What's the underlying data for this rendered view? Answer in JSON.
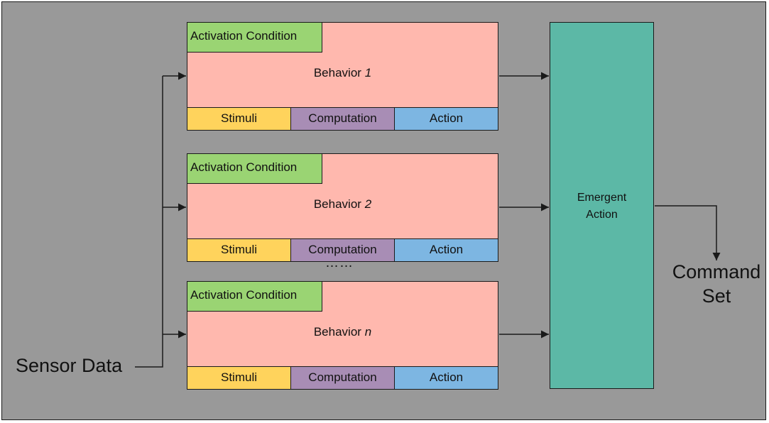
{
  "colors": {
    "background": "#999999",
    "behavior_body": "#ffb8ae",
    "activation": "#9ad473",
    "stimuli": "#ffd35c",
    "computation": "#a88db5",
    "action": "#7db6e2",
    "emergent": "#5cb8a6",
    "line": "#1a1a1a"
  },
  "sensor_label": "Sensor Data",
  "behaviors": [
    {
      "activation": "Activation Condition",
      "title_prefix": "Behavior",
      "title_index": "1",
      "stimuli": "Stimuli",
      "computation": "Computation",
      "action": "Action"
    },
    {
      "activation": "Activation Condition",
      "title_prefix": "Behavior",
      "title_index": "2",
      "stimuli": "Stimuli",
      "computation": "Computation",
      "action": "Action"
    },
    {
      "activation": "Activation Condition",
      "title_prefix": "Behavior",
      "title_index": "n",
      "stimuli": "Stimuli",
      "computation": "Computation",
      "action": "Action"
    }
  ],
  "ellipsis": "……",
  "emergent_label": "Emergent\nAction",
  "command_label": "Command\nSet"
}
